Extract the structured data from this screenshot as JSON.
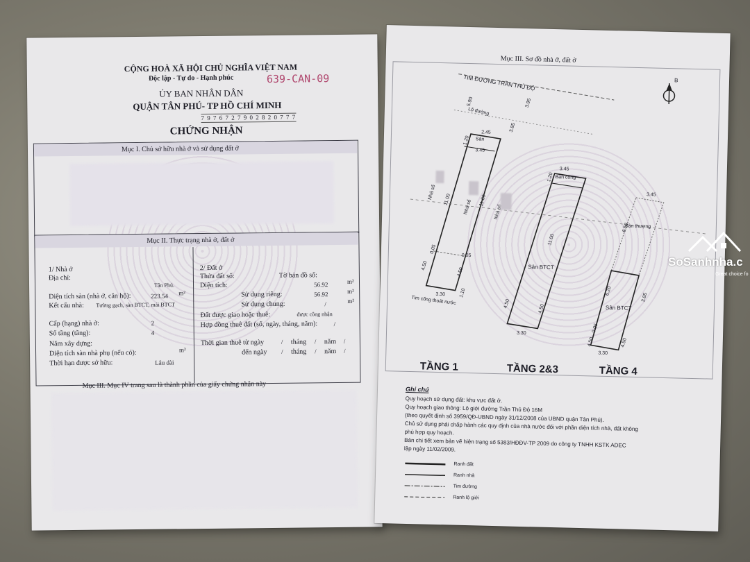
{
  "left": {
    "national_title": "CỘNG HOÀ XÃ HỘI CHỦ NGHĨA VIỆT NAM",
    "motto": "Độc lập - Tự do - Hạnh phúc",
    "committee_line1": "ỦY BAN NHÂN DÂN",
    "committee_line2": "QUẬN TÂN PHÚ- TP HỒ CHÍ MINH",
    "handwritten_code": "639-CAN-09",
    "serial_number": "7 9 7 6 7 2 7 9 0 2 8 2 0 7 7 7",
    "certificate_title": "CHỨNG NHẬN",
    "section1_title": "Mục I. Chủ sở hữu nhà ở và sử dụng đất ở",
    "section2_title": "Mục II. Thực trạng nhà ở, đất ở",
    "house": {
      "heading": "1/ Nhà ở",
      "address_label": "Địa chỉ:",
      "address_value": "Tân Phú.",
      "floor_area_label": "Diện tích sàn (nhà ở, căn hộ):",
      "floor_area_value": "223.54",
      "unit_m2": "m²",
      "structure_label": "Kết cấu nhà:",
      "structure_value": "Tường gạch, sàn BTCT, mái BTCT",
      "grade_label": "Cấp (hạng) nhà ở:",
      "grade_value": "2",
      "floors_label": "Số tầng (tầng):",
      "floors_value": "4",
      "year_label": "Năm xây dựng:",
      "aux_area_label": "Diện tích sàn nhà phụ (nếu có):",
      "aux_area_unit": "m²",
      "ownership_label": "Thời hạn được sở hữu:",
      "ownership_value": "Lâu dài"
    },
    "land": {
      "heading": "2/ Đất ở",
      "parcel_label": "Thửa đất số:",
      "map_sheet_label": "Tờ bản đồ số:",
      "area_label": "Diện tích:",
      "area_value": "56.92",
      "unit_m2": "m²",
      "private_label": "Sử dụng riêng:",
      "private_value": "56.92",
      "shared_label": "Sử dụng chung:",
      "shared_value": "/",
      "allocated_label": "Đất được giao hoặc thuê:",
      "allocated_value": "được công nhận",
      "lease_contract_label": "Hợp đồng thuê đất (số, ngày, tháng, năm):",
      "lease_contract_value": "/",
      "lease_time_label": "Thời gian thuê từ ngày",
      "slash": "/",
      "month_label": "tháng",
      "year_label": "năm",
      "to_date_label": "đến ngày"
    },
    "footer_note": "Mục III. Mục IV trang sau là thành phần của giấy chứng nhận này"
  },
  "right": {
    "section3_title": "Mục III. Sơ đồ nhà ở, đất ở",
    "road_name": "TIM ĐƯỜNG TRẦN THỦ ĐỘ",
    "sidewalk": "Lộ đường",
    "north_label": "B",
    "drain_label": "Tim cống thoát nước",
    "dims": {
      "top_width": "2.45",
      "top_width2": "3.45",
      "top_width3": "3.45",
      "top_width4": "3.45",
      "front_depth": "1.20",
      "front_depth2": "1.20",
      "length": "11.00",
      "length2": "11.00",
      "length_b": "11.00",
      "back_depth": "4.50",
      "back_depth2": "4.50",
      "back_depth3": "4.50",
      "back_depth4": "4.50",
      "gap": "0.05",
      "bottom_width": "3.30",
      "bottom_width2": "3.30",
      "bottom_width3": "3.30",
      "side1": "5.90",
      "side2": "3.95",
      "side3": "3.85",
      "side4": "1.10",
      "side_t4a": "6.50",
      "side_t4b": "6.20",
      "side_t4c": "3.85"
    },
    "labels": {
      "san": "Sân",
      "nha_so": "Nhà số",
      "ban_cong": "Ban công",
      "san_btct": "Sân BTCT",
      "san_thuong": "Sân thượng"
    },
    "floors": [
      "TẦNG 1",
      "TẦNG 2&3",
      "TẦNG 4"
    ],
    "notes_title": "Ghi chú",
    "notes": [
      "Quy hoạch sử dụng đất: khu vực đất ở.",
      "Quy hoạch giao thông: Lộ giới đường Trần Thủ Độ 16M",
      "(theo quyết định số 3959/QĐ-UBND ngày 31/12/2008 của UBND quận Tân Phú).",
      "Chủ sử dụng phải chấp hành các quy định của nhà nước đối với phần diện tích nhà, đất không",
      "phù hợp quy hoạch.",
      "Bản chi tiết xem bản vẽ hiện trạng số 5383/HĐĐV-TP 2009 do công ty TNHH KSTK ADEC",
      "lập ngày 11/02/2009."
    ],
    "legend": [
      "Ranh đất",
      "Ranh nhà",
      "Tim đường",
      "Ranh lộ giới"
    ]
  },
  "watermark": {
    "brand": "SoSanhnha.c",
    "tagline": "Great choice fo"
  },
  "colors": {
    "paper": "#e9e8ea",
    "ink": "#1d1d26",
    "handwriting": "#b0476e",
    "seal": "#b48cbe",
    "background": "#7d7a6e"
  }
}
